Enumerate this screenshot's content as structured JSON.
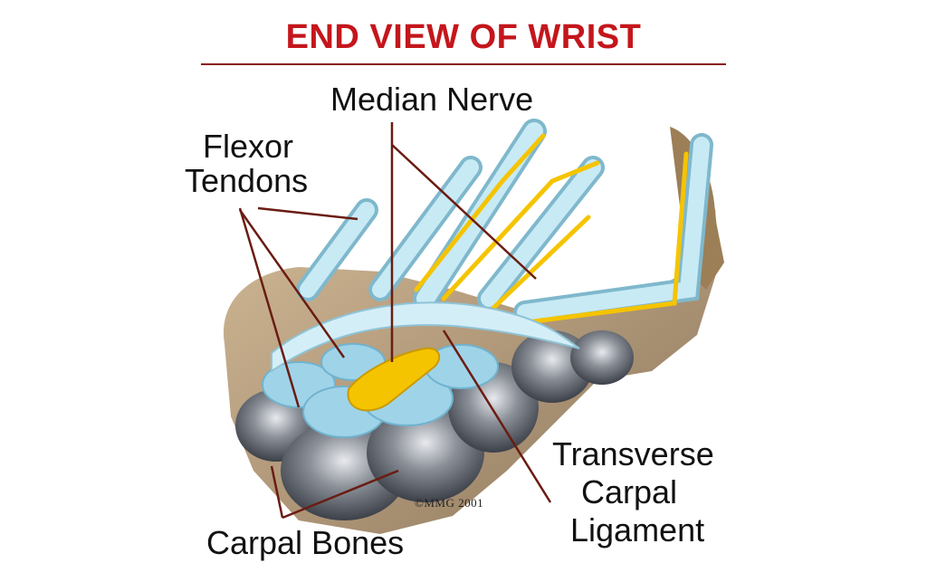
{
  "title": "END VIEW OF WRIST",
  "colors": {
    "title": "#c4161c",
    "rule": "#8a1a1a",
    "tendon": "#b9e3f0",
    "nerve": "#f5c400",
    "bone": "#5c6068",
    "tissue": "#a98b66",
    "leader": "#6a1c12"
  },
  "labels": {
    "median_nerve": "Median Nerve",
    "flexor_tendons": [
      "Flexor",
      "Tendons"
    ],
    "transverse_carpal_ligament": [
      "Transverse",
      "Carpal",
      "Ligament"
    ],
    "carpal_bones": "Carpal Bones"
  },
  "copyright": "©MMG 2001"
}
